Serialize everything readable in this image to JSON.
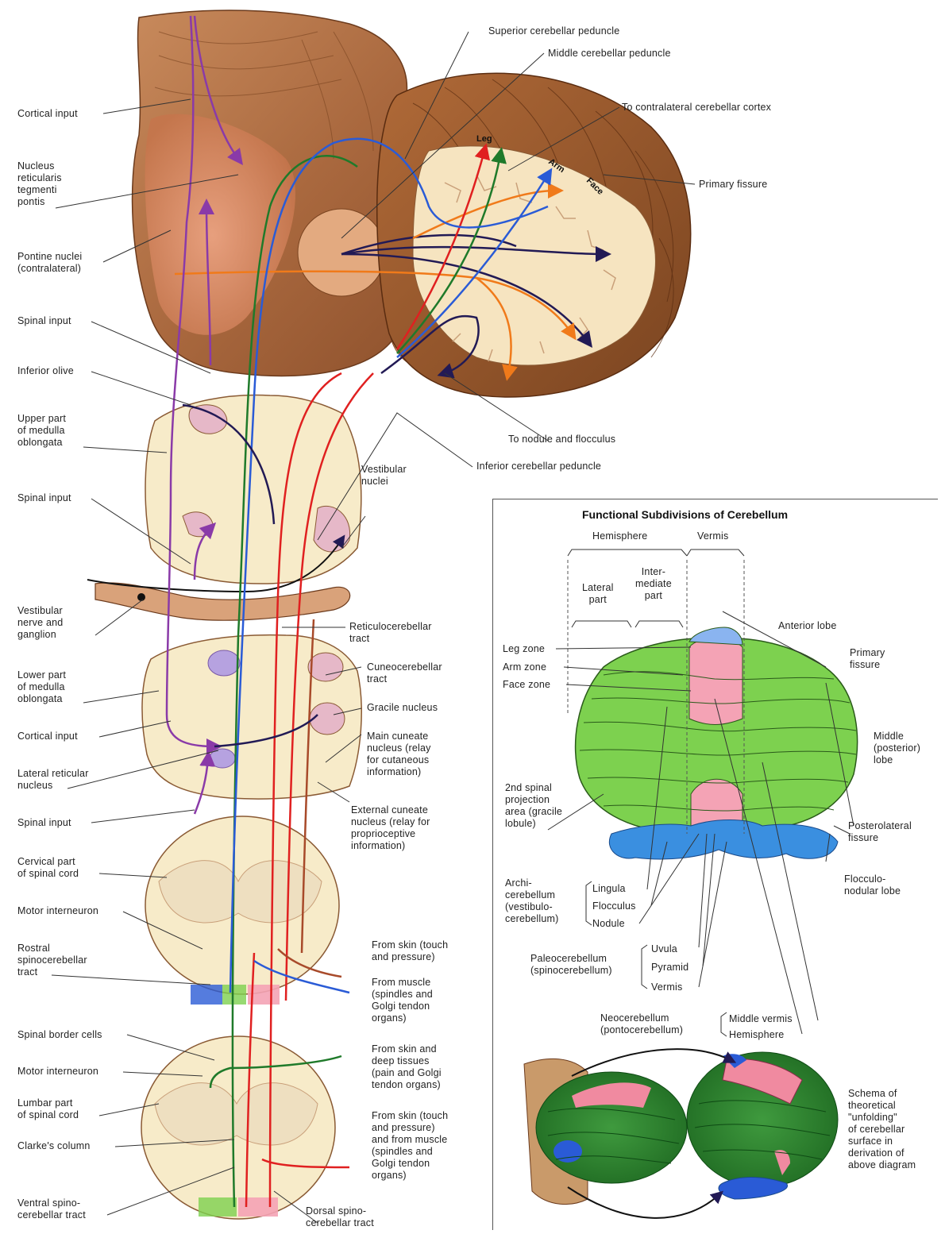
{
  "left_labels": {
    "cortical_input_top": "Cortical input",
    "nucleus_reticularis": "Nucleus\nreticularis\ntegmenti\npontis",
    "pontine_nuclei": "Pontine nuclei\n(contralateral)",
    "spinal_input_1": "Spinal input",
    "inferior_olive": "Inferior olive",
    "upper_medulla": "Upper part\nof medulla\noblongata",
    "spinal_input_2": "Spinal input",
    "vestibular_nerve": "Vestibular\nnerve and\nganglion",
    "lower_medulla": "Lower part\nof medulla\noblongata",
    "cortical_input_2": "Cortical input",
    "lateral_reticular": "Lateral reticular\nnucleus",
    "spinal_input_3": "Spinal input",
    "cervical_cord": "Cervical part\nof spinal cord",
    "motor_interneuron_1": "Motor interneuron",
    "rostral_spinocerebellar": "Rostral\nspinocerebellar\ntract",
    "spinal_border_cells": "Spinal border cells",
    "motor_interneuron_2": "Motor interneuron",
    "lumbar_cord": "Lumbar part\nof spinal cord",
    "clarkes_column": "Clarke's column",
    "ventral_spinocerebellar": "Ventral spino-\ncerebellar tract"
  },
  "top_labels": {
    "superior_peduncle": "Superior cerebellar peduncle",
    "middle_peduncle": "Middle cerebellar peduncle",
    "contralateral_cortex": "To contralateral cerebellar cortex",
    "primary_fissure": "Primary fissure",
    "nodule_flocculus": "To nodule and flocculus",
    "inferior_peduncle": "Inferior cerebellar peduncle"
  },
  "zone_tags": {
    "leg": "Leg",
    "arm": "Arm",
    "face": "Face"
  },
  "middle_labels": {
    "vestibular_nuclei": "Vestibular\nnuclei",
    "reticulocerebellar": "Reticulocerebellar\ntract",
    "cuneocerebellar": "Cuneocerebellar\ntract",
    "gracile_nucleus": "Gracile nucleus",
    "main_cuneate": "Main cuneate\nnucleus (relay\nfor cutaneous\ninformation)",
    "external_cuneate": "External cuneate\nnucleus (relay for\nproprioceptive\ninformation)",
    "from_skin_1": "From skin (touch\nand pressure)",
    "from_muscle": "From muscle\n(spindles and\nGolgi tendon\norgans)",
    "from_skin_deep": "From skin and\ndeep tissues\n(pain and Golgi\ntendon organs)",
    "from_skin_2": "From skin (touch\nand pressure)\nand from muscle\n(spindles and\nGolgi tendon\norgans)",
    "dorsal_spinocerebellar": "Dorsal spino-\ncerebellar tract"
  },
  "panel": {
    "title": "Functional Subdivisions of Cerebellum",
    "hemisphere": "Hemisphere",
    "vermis": "Vermis",
    "lateral_part": "Lateral\npart",
    "intermediate_part": "Inter-\nmediate\npart",
    "anterior_lobe": "Anterior lobe",
    "primary_fissure": "Primary\nfissure",
    "leg_zone": "Leg zone",
    "arm_zone": "Arm zone",
    "face_zone": "Face zone",
    "middle_lobe": "Middle\n(posterior)\nlobe",
    "spinal_projection": "2nd spinal\nprojection\narea (gracile\nlobule)",
    "posterolateral_fissure": "Posterolateral\nfissure",
    "flocculonodular": "Flocculo-\nnodular lobe",
    "archicerebellum": "Archi-\ncerebellum\n(vestibulo-\ncerebellum)",
    "lingula": "Lingula",
    "flocculus": "Flocculus",
    "nodule": "Nodule",
    "paleocerebellum": "Paleocerebellum\n(spinocerebellum)",
    "uvula": "Uvula",
    "pyramid": "Pyramid",
    "vermis_item": "Vermis",
    "neocerebellum": "Neocerebellum\n(pontocerebellum)",
    "middle_vermis": "Middle vermis",
    "hemisphere_item": "Hemisphere",
    "schema": "Schema of\ntheoretical\n\"unfolding\"\nof cerebellar\nsurface in\nderivation of\nabove diagram"
  },
  "colors": {
    "tissue": "#b4754a",
    "section": "#f7ebc9",
    "cerebellum_green": "#7dd14f",
    "vermis_pink": "#f4a3b5",
    "floccular_blue": "#3a8fe0",
    "tract_red": "#e02020",
    "tract_blue": "#2a5bd6",
    "tract_green": "#1f7a2a",
    "tract_purple": "#8a3aa8",
    "tract_orange": "#f07a1a",
    "tract_dark": "#221a55"
  }
}
